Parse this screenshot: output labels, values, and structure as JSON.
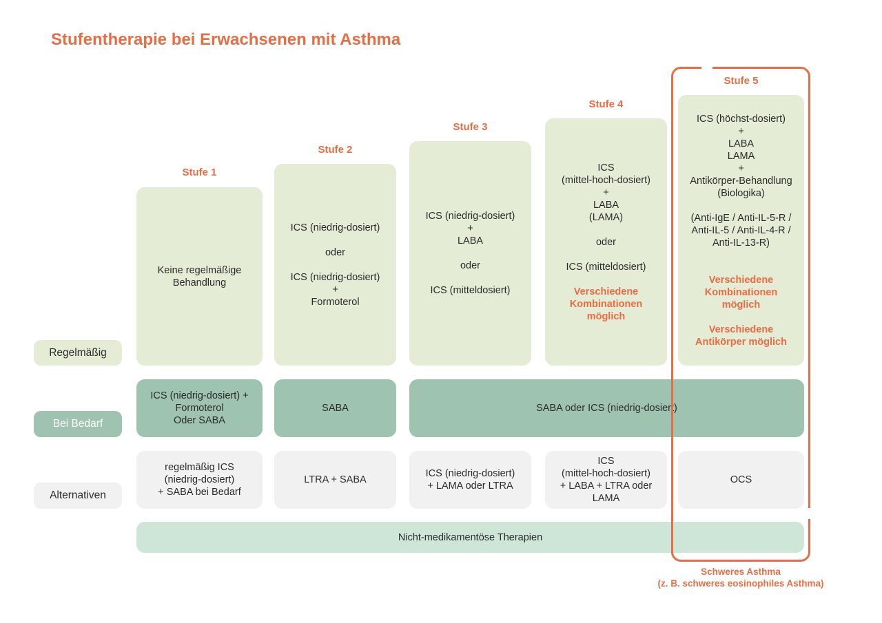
{
  "title": "Stufentherapie bei Erwachsenen mit Asthma",
  "row_labels": {
    "regular": "Regelmäßig",
    "demand": "Bei Bedarf",
    "alternatives": "Alternativen"
  },
  "steps": [
    {
      "label": "Stufe 1",
      "regular": [
        {
          "text": "Keine regelmäßige"
        },
        {
          "text": "Behandlung"
        }
      ],
      "demand": [
        {
          "text": "ICS (niedrig-dosiert) +"
        },
        {
          "text": "Formoterol"
        },
        {
          "text": "Oder SABA"
        }
      ],
      "alternatives": [
        {
          "text": "regelmäßig ICS"
        },
        {
          "text": "(niedrig-dosiert)"
        },
        {
          "text": "+ SABA bei Bedarf"
        }
      ]
    },
    {
      "label": "Stufe 2",
      "regular": [
        {
          "text": "ICS (niedrig-dosiert)"
        },
        {
          "gap": true
        },
        {
          "text": "oder"
        },
        {
          "gap": true
        },
        {
          "text": "ICS (niedrig-dosiert)"
        },
        {
          "text": "+"
        },
        {
          "text": "Formoterol"
        }
      ],
      "demand": [
        {
          "text": "SABA"
        }
      ],
      "alternatives": [
        {
          "text": "LTRA + SABA"
        }
      ]
    },
    {
      "label": "Stufe 3",
      "regular": [
        {
          "text": "ICS (niedrig-dosiert)"
        },
        {
          "text": "+"
        },
        {
          "text": "LABA"
        },
        {
          "gap": true
        },
        {
          "text": "oder"
        },
        {
          "gap": true
        },
        {
          "text": "ICS (mitteldosiert)"
        }
      ],
      "alternatives": [
        {
          "text": "ICS (niedrig-dosiert)"
        },
        {
          "text": "+ LAMA oder LTRA"
        }
      ]
    },
    {
      "label": "Stufe 4",
      "regular": [
        {
          "text": "ICS"
        },
        {
          "text": "(mittel-hoch-dosiert)"
        },
        {
          "text": "+"
        },
        {
          "text": "LABA"
        },
        {
          "text": "(LAMA)"
        },
        {
          "gap": true
        },
        {
          "text": "oder"
        },
        {
          "gap": true
        },
        {
          "text": "ICS (mitteldosiert)"
        },
        {
          "gap": true
        },
        {
          "text": "Verschiedene",
          "hl": true
        },
        {
          "text": "Kombinationen",
          "hl": true
        },
        {
          "text": "möglich",
          "hl": true
        }
      ],
      "alternatives": [
        {
          "text": "ICS"
        },
        {
          "text": "(mittel-hoch-dosiert)"
        },
        {
          "text": "+ LABA + LTRA oder"
        },
        {
          "text": "LAMA"
        }
      ]
    },
    {
      "label": "Stufe 5",
      "regular": [
        {
          "text": "ICS (höchst-dosiert)"
        },
        {
          "text": "+"
        },
        {
          "text": "LABA"
        },
        {
          "text": "LAMA"
        },
        {
          "text": "+"
        },
        {
          "text": "Antikörper-Behandlung"
        },
        {
          "text": "(Biologika)"
        },
        {
          "gap": true
        },
        {
          "text": "(Anti-IgE / Anti-IL-5-R /"
        },
        {
          "text": "Anti-IL-5 / Anti-IL-4-R /"
        },
        {
          "text": "Anti-IL-13-R)"
        },
        {
          "gap": true
        },
        {
          "gap": true
        },
        {
          "text": "Verschiedene",
          "hl": true
        },
        {
          "text": "Kombinationen",
          "hl": true
        },
        {
          "text": "möglich",
          "hl": true
        },
        {
          "gap": true
        },
        {
          "text": "Verschiedene",
          "hl": true
        },
        {
          "text": "Antikörper möglich",
          "hl": true
        }
      ],
      "alternatives": [
        {
          "text": "OCS"
        }
      ]
    }
  ],
  "shared_demand": "SABA oder ICS (niedrig-dosiert)",
  "non_medical": "Nicht-medikamentöse Therapien",
  "severe": {
    "line1": "Schweres Asthma",
    "line2": "(z. B. schweres eosinophiles Asthma)"
  }
}
